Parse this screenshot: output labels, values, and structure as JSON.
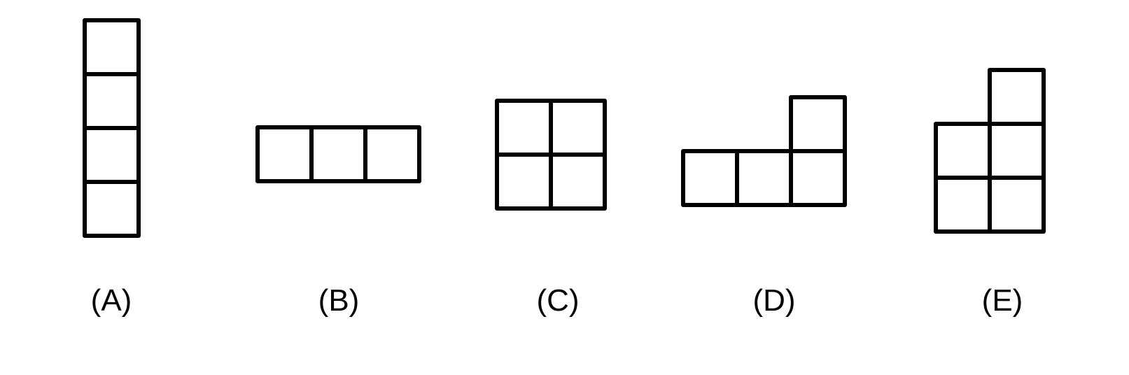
{
  "figures": [
    {
      "label": "(A)",
      "cells": [
        [
          0,
          0
        ],
        [
          0,
          1
        ],
        [
          0,
          2
        ],
        [
          0,
          3
        ]
      ]
    },
    {
      "label": "(B)",
      "cells": [
        [
          0,
          0
        ],
        [
          1,
          0
        ],
        [
          2,
          0
        ]
      ]
    },
    {
      "label": "(C)",
      "cells": [
        [
          0,
          0
        ],
        [
          1,
          0
        ],
        [
          0,
          1
        ],
        [
          1,
          1
        ]
      ]
    },
    {
      "label": "(D)",
      "cells": [
        [
          2,
          0
        ],
        [
          0,
          1
        ],
        [
          1,
          1
        ],
        [
          2,
          1
        ]
      ]
    },
    {
      "label": "(E)",
      "cells": [
        [
          1,
          0
        ],
        [
          0,
          1
        ],
        [
          1,
          1
        ],
        [
          0,
          2
        ],
        [
          1,
          2
        ]
      ]
    }
  ],
  "colors": {
    "stroke": "#000000",
    "background": "#ffffff"
  }
}
